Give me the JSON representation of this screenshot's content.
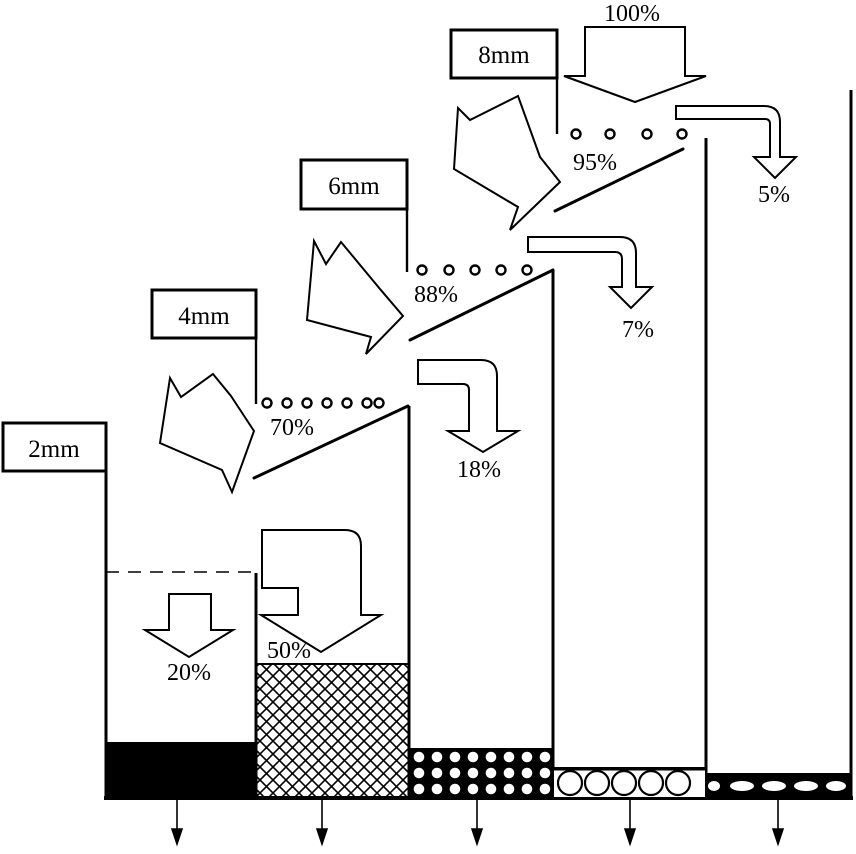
{
  "screens": [
    {
      "label": "8mm"
    },
    {
      "label": "6mm"
    },
    {
      "label": "4mm"
    },
    {
      "label": "2mm"
    }
  ],
  "percentages": {
    "feed": "100%",
    "pass_8mm": "95%",
    "over_8mm": "5%",
    "pass_6mm": "88%",
    "over_6mm": "7%",
    "pass_4mm": "70%",
    "over_4mm": "18%",
    "pass_2mm": "20%",
    "over_2mm": "50%"
  },
  "colors": {
    "stroke": "#000000",
    "fill": "#ffffff"
  }
}
